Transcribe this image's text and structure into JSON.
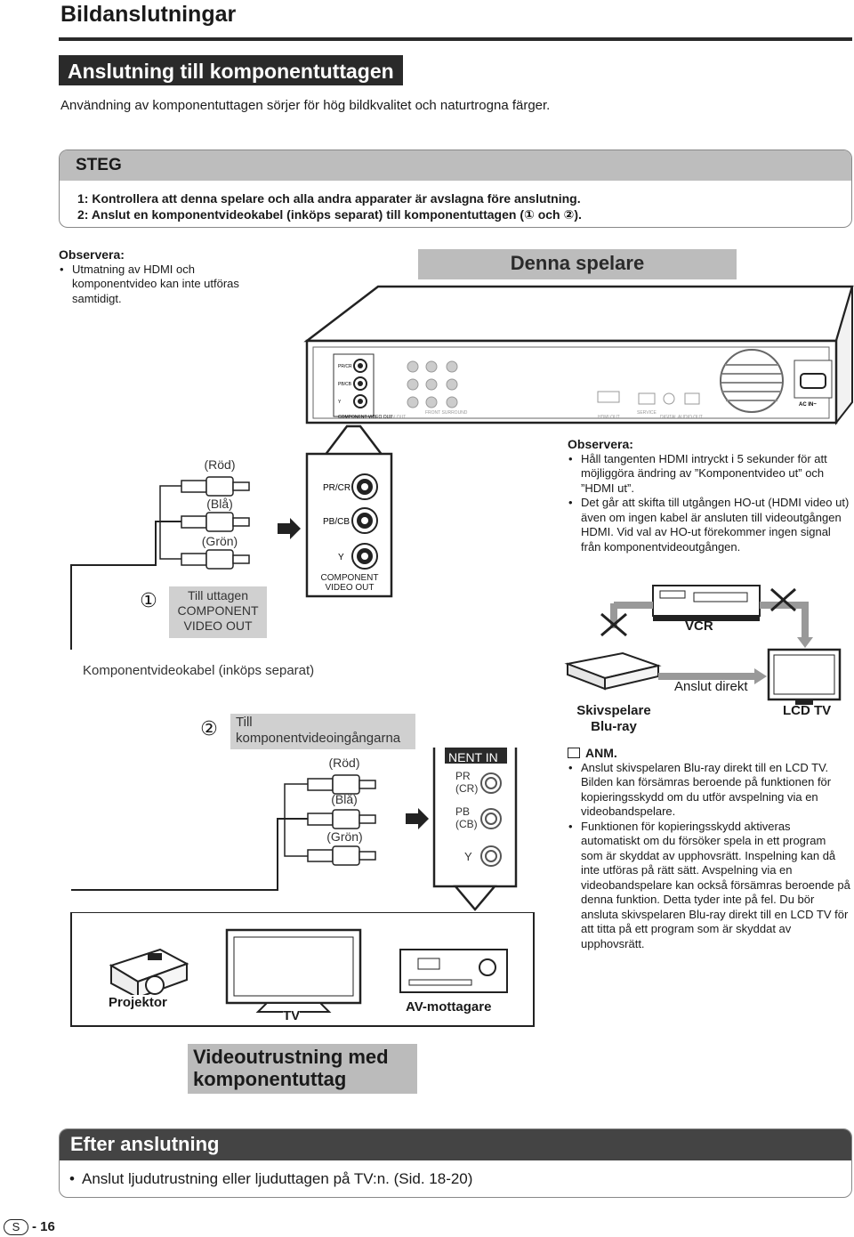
{
  "page": {
    "title": "Bildanslutningar",
    "page_number": "- 16",
    "region_mark": "S"
  },
  "section1": {
    "heading": "Anslutning till komponentuttagen",
    "intro": "Användning av komponentuttagen sörjer för hög bildkvalitet och naturtrogna färger."
  },
  "steps": {
    "label": "STEG",
    "step1": "1: Kontrollera att denna spelare och alla andra apparater är avslagna före anslutning.",
    "step2": "2: Anslut en komponentvideokabel (inköps separat) till komponentuttagen (① och ②)."
  },
  "note_left": {
    "title": "Observera:",
    "items": [
      "Utmatning av HDMI och komponentvideo kan inte utföras samtidigt."
    ]
  },
  "player_label": "Denna spelare",
  "player_panel": {
    "component_out": "COMPONENT VIDEO OUT",
    "av_out": "AV OUT",
    "front_surround": "FRONT SURROUND",
    "hdmi_out": "HDMI OUT",
    "service": "SERVICE",
    "digital_audio_out": "DIGITAL AUDIO OUT",
    "ac_in": "AC IN~"
  },
  "connector1": {
    "number": "①",
    "colors": [
      "(Röd)",
      "(Blå)",
      "(Grön)"
    ],
    "target_label": "Till uttagen COMPONENT VIDEO OUT",
    "jacks": [
      "PR/CR",
      "PB/CB",
      "Y"
    ],
    "jack_caption": "COMPONENT VIDEO OUT"
  },
  "cable_label": "Komponentvideokabel (inköps separat)",
  "connector2": {
    "number": "②",
    "target_label": "Till komponentvideoingångarna",
    "colors": [
      "(Röd)",
      "(Blå)",
      "(Grön)"
    ],
    "jack_header": "COMPO-NENT IN",
    "jacks": [
      "PR (CR)",
      "PB (CB)",
      "Y"
    ]
  },
  "note_right": {
    "title": "Observera:",
    "items": [
      "Håll tangenten HDMI intryckt i 5 sekunder för att möjliggöra ändring av ”Komponentvideo ut” och ”HDMI ut”.",
      "Det går att skifta till utgången HO-ut (HDMI video ut) även om ingen kabel är ansluten till videoutgången HDMI. Vid val av HO-ut förekommer ingen signal från komponentvideoutgången."
    ]
  },
  "bluray_diagram": {
    "vcr": "VCR",
    "direct": "Anslut direkt",
    "player": "Skivspelare Blu-ray",
    "lcd": "LCD TV"
  },
  "anm": {
    "title": "ANM.",
    "items": [
      "Anslut skivspelaren Blu-ray direkt till en LCD TV. Bilden kan försämras beroende på funktionen för kopieringsskydd om du utför avspelning via en videobandspelare.",
      "Funktionen för kopieringsskydd aktiveras automatiskt om du försöker spela in ett program som är skyddat av upphovsrätt. Inspelning kan då inte utföras på rätt sätt. Avspelning via en videobandspelare kan också försämras beroende på denna funktion. Detta tyder inte på fel. Du bör ansluta skivspelaren Blu-ray direkt till en LCD TV för att titta på ett program som är skyddat av upphovsrätt."
    ]
  },
  "devices": {
    "projector": "Projektor",
    "tv": "TV",
    "av_receiver": "AV-mottagare",
    "group_label": "Videoutrustning med komponentuttag"
  },
  "section2": {
    "heading": "Efter anslutning",
    "item": "Anslut ljudutrustning eller ljuduttagen på TV:n. (Sid. 18-20)"
  }
}
